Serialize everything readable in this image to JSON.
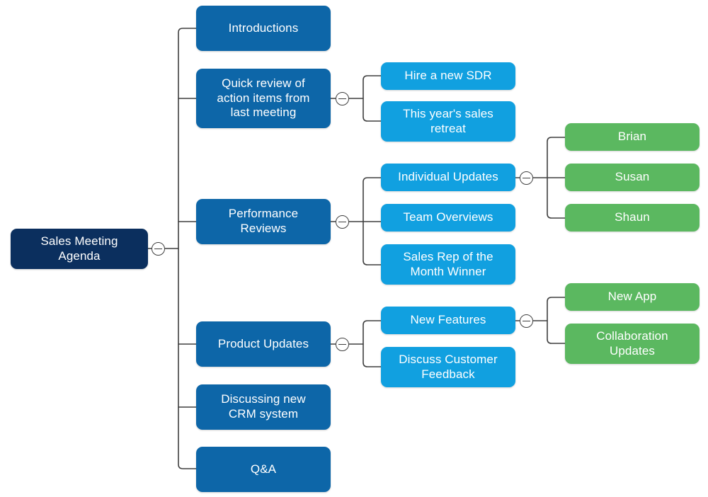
{
  "diagram": {
    "type": "mind-map",
    "title": "Sales Meeting Agenda",
    "orientation": "left-to-right",
    "background": "#ffffff",
    "colors": {
      "root": "#0b2f5e",
      "level2": "#0d66a8",
      "level3": "#11a0e0",
      "level4": "#5bb860",
      "connector": "#3f3f3f",
      "text": "#ffffff"
    }
  },
  "nodes": {
    "root": {
      "label": "Sales Meeting\nAgenda",
      "level": 1
    },
    "n_introductions": {
      "label": "Introductions",
      "level": 2
    },
    "n_quick_review": {
      "label": "Quick review of\naction items from\nlast meeting",
      "level": 2
    },
    "n_performance_reviews": {
      "label": "Performance\nReviews",
      "level": 2
    },
    "n_product_updates": {
      "label": "Product Updates",
      "level": 2
    },
    "n_crm": {
      "label": "Discussing new\nCRM system",
      "level": 2
    },
    "n_qa": {
      "label": "Q&A",
      "level": 2
    },
    "n_hire_sdr": {
      "label": "Hire a new SDR",
      "level": 3
    },
    "n_retreat": {
      "label": "This year's sales\nretreat",
      "level": 3
    },
    "n_individual_updates": {
      "label": "Individual Updates",
      "level": 3
    },
    "n_team_overviews": {
      "label": "Team Overviews",
      "level": 3
    },
    "n_sales_rep": {
      "label": "Sales Rep of the\nMonth Winner",
      "level": 3
    },
    "n_new_features": {
      "label": "New Features",
      "level": 3
    },
    "n_customer_feedback": {
      "label": "Discuss Customer\nFeedback",
      "level": 3
    },
    "n_brian": {
      "label": "Brian",
      "level": 4
    },
    "n_susan": {
      "label": "Susan",
      "level": 4
    },
    "n_shaun": {
      "label": "Shaun",
      "level": 4
    },
    "n_new_app": {
      "label": "New App",
      "level": 4
    },
    "n_collaboration": {
      "label": "Collaboration\nUpdates",
      "level": 4
    }
  },
  "toggles": {
    "t_root": {
      "state": "expanded",
      "glyph": "minus"
    },
    "t_quick_review": {
      "state": "expanded",
      "glyph": "minus"
    },
    "t_performance_reviews": {
      "state": "expanded",
      "glyph": "minus"
    },
    "t_individual_updates": {
      "state": "expanded",
      "glyph": "minus"
    },
    "t_product_updates": {
      "state": "expanded",
      "glyph": "minus"
    },
    "t_new_features": {
      "state": "expanded",
      "glyph": "minus"
    }
  }
}
